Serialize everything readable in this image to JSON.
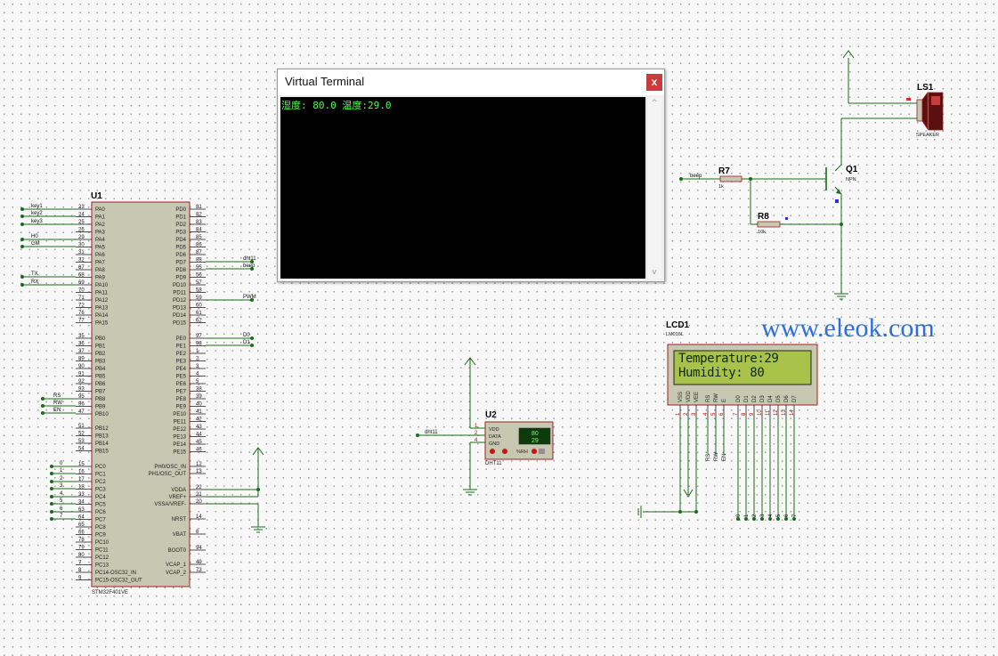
{
  "terminal": {
    "title": "Virtual Terminal",
    "close_glyph": "x",
    "output": "湿度: 80.0 温度:29.0",
    "scroll_up": "^",
    "scroll_down": "v"
  },
  "u1": {
    "ref": "U1",
    "part": "STM32F401VE",
    "left_pins": [
      {
        "name": "PA0",
        "num": "23"
      },
      {
        "name": "PA1",
        "num": "24"
      },
      {
        "name": "PA2",
        "num": "25"
      },
      {
        "name": "PA3",
        "num": "26"
      },
      {
        "name": "PA4",
        "num": "29"
      },
      {
        "name": "PA5",
        "num": "30"
      },
      {
        "name": "PA6",
        "num": "31"
      },
      {
        "name": "PA7",
        "num": "32"
      },
      {
        "name": "PA8",
        "num": "67"
      },
      {
        "name": "PA9",
        "num": "68"
      },
      {
        "name": "PA10",
        "num": "69"
      },
      {
        "name": "PA11",
        "num": "70"
      },
      {
        "name": "PA12",
        "num": "71"
      },
      {
        "name": "PA13",
        "num": "72"
      },
      {
        "name": "PA14",
        "num": "76"
      },
      {
        "name": "PA15",
        "num": "77"
      },
      {
        "name": "PB0",
        "num": "35"
      },
      {
        "name": "PB1",
        "num": "36"
      },
      {
        "name": "PB2",
        "num": "37"
      },
      {
        "name": "PB3",
        "num": "89"
      },
      {
        "name": "PB4",
        "num": "90"
      },
      {
        "name": "PB5",
        "num": "91"
      },
      {
        "name": "PB6",
        "num": "92"
      },
      {
        "name": "PB7",
        "num": "93"
      },
      {
        "name": "PB8",
        "num": "95"
      },
      {
        "name": "PB9",
        "num": "96"
      },
      {
        "name": "PB10",
        "num": "47"
      },
      {
        "name": "PB12",
        "num": "51"
      },
      {
        "name": "PB13",
        "num": "52"
      },
      {
        "name": "PB14",
        "num": "53"
      },
      {
        "name": "PB15",
        "num": "54"
      },
      {
        "name": "PC0",
        "num": "15"
      },
      {
        "name": "PC1",
        "num": "16"
      },
      {
        "name": "PC2",
        "num": "17"
      },
      {
        "name": "PC3",
        "num": "18"
      },
      {
        "name": "PC4",
        "num": "33"
      },
      {
        "name": "PC5",
        "num": "34"
      },
      {
        "name": "PC6",
        "num": "63"
      },
      {
        "name": "PC7",
        "num": "64"
      },
      {
        "name": "PC8",
        "num": "65"
      },
      {
        "name": "PC9",
        "num": "66"
      },
      {
        "name": "PC10",
        "num": "78"
      },
      {
        "name": "PC11",
        "num": "79"
      },
      {
        "name": "PC12",
        "num": "80"
      },
      {
        "name": "PC13",
        "num": "7"
      },
      {
        "name": "PC14-OSC32_IN",
        "num": "8"
      },
      {
        "name": "PC15-OSC32_OUT",
        "num": "9"
      }
    ],
    "right_pins": [
      {
        "name": "PD0",
        "num": "81"
      },
      {
        "name": "PD1",
        "num": "82"
      },
      {
        "name": "PD2",
        "num": "83"
      },
      {
        "name": "PD3",
        "num": "84"
      },
      {
        "name": "PD4",
        "num": "85"
      },
      {
        "name": "PD5",
        "num": "86"
      },
      {
        "name": "PD6",
        "num": "87"
      },
      {
        "name": "PD7",
        "num": "88"
      },
      {
        "name": "PD8",
        "num": "55"
      },
      {
        "name": "PD9",
        "num": "56"
      },
      {
        "name": "PD10",
        "num": "57"
      },
      {
        "name": "PD11",
        "num": "58"
      },
      {
        "name": "PD12",
        "num": "59"
      },
      {
        "name": "PD13",
        "num": "60"
      },
      {
        "name": "PD14",
        "num": "61"
      },
      {
        "name": "PD15",
        "num": "62"
      },
      {
        "name": "PE0",
        "num": "97"
      },
      {
        "name": "PE1",
        "num": "98"
      },
      {
        "name": "PE2",
        "num": "1"
      },
      {
        "name": "PE3",
        "num": "2"
      },
      {
        "name": "PE4",
        "num": "3"
      },
      {
        "name": "PE5",
        "num": "4"
      },
      {
        "name": "PE6",
        "num": "5"
      },
      {
        "name": "PE7",
        "num": "38"
      },
      {
        "name": "PE8",
        "num": "39"
      },
      {
        "name": "PE9",
        "num": "40"
      },
      {
        "name": "PE10",
        "num": "41"
      },
      {
        "name": "PE11",
        "num": "42"
      },
      {
        "name": "PE12",
        "num": "43"
      },
      {
        "name": "PE13",
        "num": "44"
      },
      {
        "name": "PE14",
        "num": "45"
      },
      {
        "name": "PE15",
        "num": "46"
      },
      {
        "name": "PH0/OSC_IN",
        "num": "12"
      },
      {
        "name": "PH1/OSC_OUT",
        "num": "13"
      },
      {
        "name": "VDDA",
        "num": "22"
      },
      {
        "name": "VREF+",
        "num": "21"
      },
      {
        "name": "VSSA/VREF-",
        "num": "20"
      },
      {
        "name": "NRST",
        "num": "14"
      },
      {
        "name": "VBAT",
        "num": "6"
      },
      {
        "name": "BOOT0",
        "num": "94"
      },
      {
        "name": "VCAP_1",
        "num": "49"
      },
      {
        "name": "VCAP_2",
        "num": "73"
      }
    ],
    "left_labels": [
      "key1",
      "key2",
      "key3",
      "H0",
      "GM",
      "TX",
      "RX",
      "RS",
      "RW",
      "EN",
      "0",
      "1",
      "2",
      "3",
      "4",
      "5",
      "6",
      "7"
    ],
    "right_labels": [
      "dht11",
      "beep",
      "PWM",
      "D0",
      "D1"
    ]
  },
  "u2": {
    "ref": "U2",
    "part": "DHT11",
    "net": "dht11",
    "pins": [
      "VDD",
      "DATA",
      "GND"
    ],
    "pin_nums": [
      "1",
      "2",
      "4"
    ],
    "display_humidity": "80",
    "display_temp": "29",
    "rh_label": "%RH",
    "minus": "-",
    "plus": "+"
  },
  "lcd": {
    "ref": "LCD1",
    "part": "LM016L",
    "line1": "Temperature:29",
    "line2": "Humidity: 80",
    "pins": [
      "VSS",
      "VDD",
      "VEE",
      "RS",
      "RW",
      "E",
      "D0",
      "D1",
      "D2",
      "D3",
      "D4",
      "D5",
      "D6",
      "D7"
    ],
    "pin_nums": [
      "1",
      "2",
      "3",
      "4",
      "5",
      "6",
      "7",
      "8",
      "9",
      "10",
      "11",
      "12",
      "13",
      "14"
    ],
    "bus_labels": [
      "RS",
      "RW",
      "EN"
    ],
    "data_labels": [
      "0",
      "1",
      "2",
      "3",
      "4",
      "5",
      "6",
      "7"
    ]
  },
  "transistor": {
    "ref": "Q1",
    "part": "NPN"
  },
  "r7": {
    "ref": "R7",
    "value": "1k",
    "net": "beep"
  },
  "r8": {
    "ref": "R8",
    "value": "10k"
  },
  "speaker": {
    "ref": "LS1",
    "part": "SPEAKER"
  },
  "watermark": "www.eleok.com",
  "colors": {
    "wire": "#1a6b1a",
    "chip_fill": "#c8c8b2",
    "chip_border": "#a02020",
    "terminal_text": "#4cff4c",
    "lcd_fill": "#a8c24a",
    "watermark": "#2f6fd6"
  }
}
